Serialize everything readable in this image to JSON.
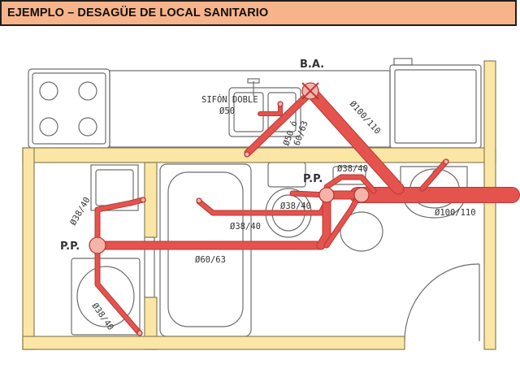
{
  "header": {
    "title": "EJEMPLO – DESAGÜE DE LOCAL SANITARIO"
  },
  "labels": {
    "ba": "B.A.",
    "pp_left": "P.P.",
    "pp_center": "P.P.",
    "sifon_doble": "SIFÓN DOBLE",
    "d50_sifon": "Ø50",
    "d50_63": "Ø50 ó",
    "d60_63_stack": "60/63",
    "d100_110_top": "Ø100/110",
    "d38_40_sink": "Ø38/40",
    "d38_40_left_up": "Ø38/40",
    "d38_40_bath": "Ø38/40",
    "d38_40_right": "Ø38/40",
    "d38_40_bottom": "Ø38/40",
    "d60_63_main": "Ø60/63",
    "d100_110_right": "Ø100/110"
  },
  "colors": {
    "wall": "#fbe6a6",
    "wall_outline": "#8a7f55",
    "pipe": "#e4534d",
    "pipe_dark": "#b83a36",
    "fitting": "#f4b4aa",
    "fixture_line": "#6e6e6e",
    "title_bg": "#f7b48a"
  }
}
